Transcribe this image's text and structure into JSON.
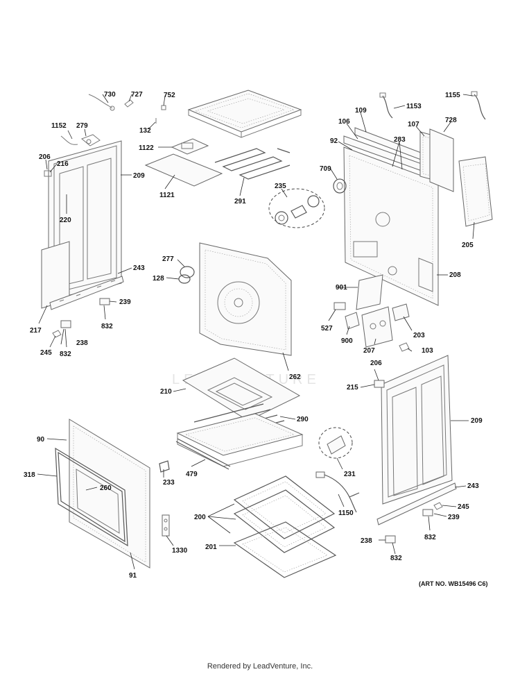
{
  "watermark": "LEADVENTURE",
  "art_number": "(ART NO. WB15496 C6)",
  "footer": "Rendered by LeadVenture, Inc.",
  "callouts": {
    "c730": "730",
    "c727": "727",
    "c752": "752",
    "c132": "132",
    "c1152": "1152",
    "c279": "279",
    "c206a": "206",
    "c216": "216",
    "c209a": "209",
    "c220": "220",
    "c243a": "243",
    "c239a": "239",
    "c832a": "832",
    "c217": "217",
    "c245a": "245",
    "c832b": "832",
    "c238a": "238",
    "c1122": "1122",
    "c1121": "1121",
    "c291": "291",
    "c235": "235",
    "c277": "277",
    "c128": "128",
    "c262": "262",
    "c1153": "1153",
    "c1155": "1155",
    "c109": "109",
    "c106": "106",
    "c107": "107",
    "c728": "728",
    "c92": "92",
    "c283": "283",
    "c709": "709",
    "c205": "205",
    "c208": "208",
    "c901": "901",
    "c527": "527",
    "c900": "900",
    "c207": "207",
    "c203": "203",
    "c103": "103",
    "c206b": "206",
    "c215": "215",
    "c209b": "209",
    "c243b": "243",
    "c245b": "245",
    "c239b": "239",
    "c832c": "832",
    "c238b": "238",
    "c832d": "832",
    "c210": "210",
    "c290": "290",
    "c479": "479",
    "c90": "90",
    "c318": "318",
    "c260": "260",
    "c233": "233",
    "c1330": "1330",
    "c91": "91",
    "c231": "231",
    "c1150": "1150",
    "c200": "200",
    "c201": "201"
  }
}
